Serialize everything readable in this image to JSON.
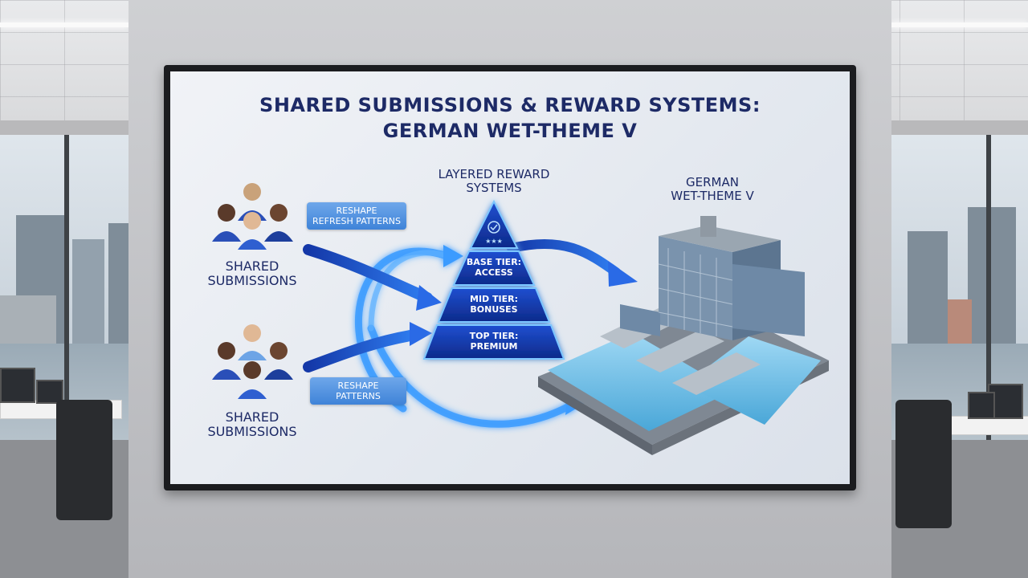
{
  "slide": {
    "title_line1": "SHARED SUBMISSIONS & REWARD SYSTEMS:",
    "title_line2": "GERMAN WET-THEME V",
    "groups": [
      {
        "label_line1": "SHARED",
        "label_line2": "SUBMISSIONS"
      },
      {
        "label_line1": "SHARED",
        "label_line2": "SUBMISSIONS"
      }
    ],
    "tags": [
      {
        "line1": "RESHAPE",
        "line2": "REFRESH PATTERNS"
      },
      {
        "line1": "RESHAPE",
        "line2": "PATTERNS"
      }
    ],
    "pyramid": {
      "heading_line1": "LAYERED REWARD",
      "heading_line2": "SYSTEMS",
      "tiers": [
        {
          "line1": "BASE TIER:",
          "line2": "ACCESS"
        },
        {
          "line1": "MID TIER:",
          "line2": "BONUSES"
        },
        {
          "line1": "TOP TIER:",
          "line2": "PREMIUM"
        }
      ]
    },
    "site": {
      "heading_line1": "GERMAN",
      "heading_line2": "WET-THEME V"
    }
  },
  "colors": {
    "title": "#1d2a66",
    "arrow": "#1f5bd1",
    "glow": "#2f9bff",
    "tier_dark": "#0d2a8a"
  }
}
